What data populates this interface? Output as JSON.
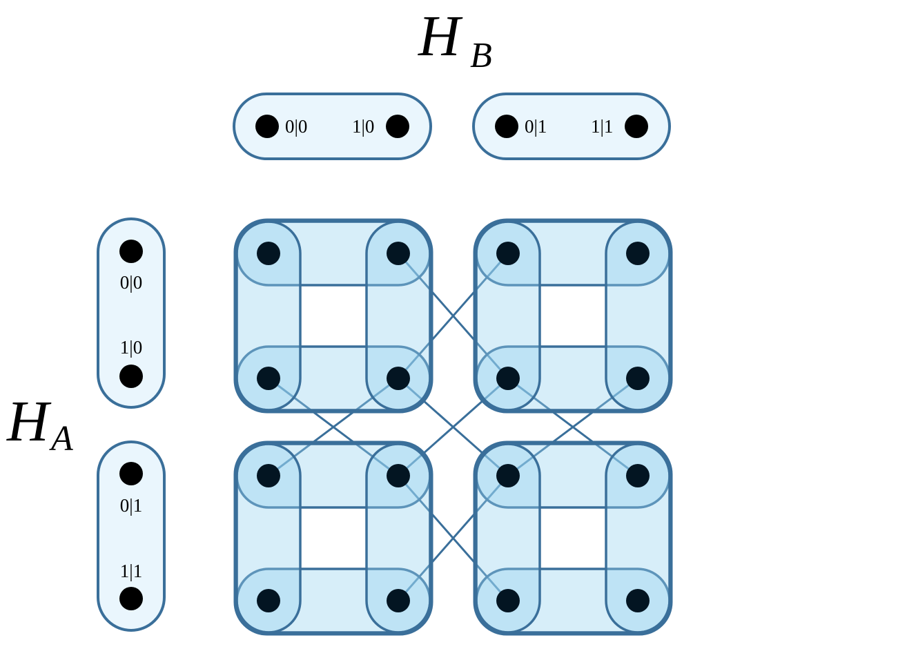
{
  "diagram": {
    "hb_label": {
      "main": "H",
      "sub": "B"
    },
    "ha_label": {
      "main": "H",
      "sub": "A"
    },
    "hb_nodes": [
      {
        "pair": [
          "0|0",
          "1|0"
        ]
      },
      {
        "pair": [
          "0|1",
          "1|1"
        ]
      }
    ],
    "ha_nodes": [
      {
        "pair": [
          "0|0",
          "1|0"
        ]
      },
      {
        "pair": [
          "0|1",
          "1|1"
        ]
      }
    ],
    "colors": {
      "stroke": "#3a6f9a",
      "fill_light": "#eaf6fd",
      "fill_hyperedge": "#c4e6f8",
      "node": "#000000"
    }
  }
}
